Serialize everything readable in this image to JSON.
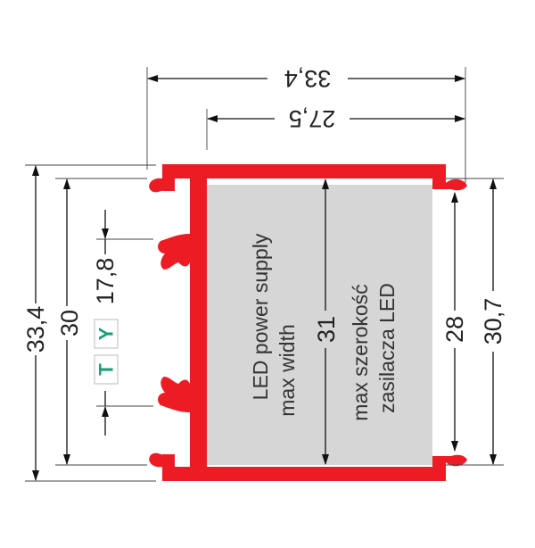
{
  "dimensions": {
    "top_overall": "33,4",
    "top_inner": "27,5",
    "left_overall": "33,4",
    "left_inner": "30",
    "mount_spacing": "17,8",
    "inner_height": "31",
    "right_inner": "28",
    "right_overall": "30,7"
  },
  "mount_types": [
    "T",
    "Y"
  ],
  "labels": {
    "en_line1": "LED power supply",
    "en_line2": "max width",
    "pl_line1": "max szerokość",
    "pl_line2": "zasilacza LED"
  },
  "colors": {
    "profile": "#ed1c24",
    "cavity": "#d6d6d6",
    "type_letter": "#1a9e7c"
  }
}
